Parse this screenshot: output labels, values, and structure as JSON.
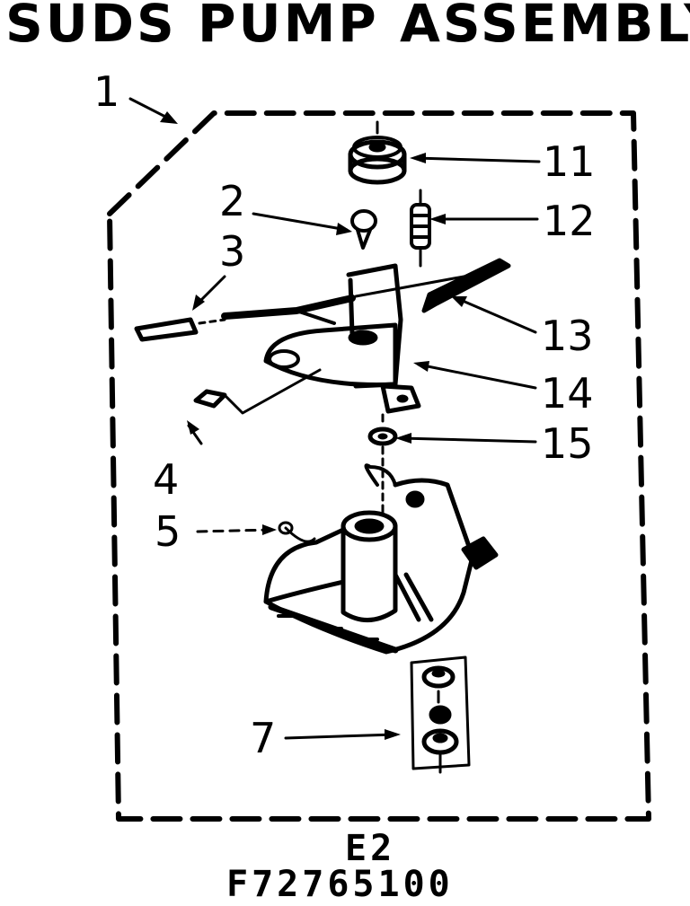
{
  "title": "SUDS PUMP ASSEMBLY",
  "callouts": [
    {
      "id": "1",
      "label": "1"
    },
    {
      "id": "2",
      "label": "2"
    },
    {
      "id": "3",
      "label": "3"
    },
    {
      "id": "4",
      "label": "4"
    },
    {
      "id": "5",
      "label": "5"
    },
    {
      "id": "7",
      "label": "7"
    },
    {
      "id": "11",
      "label": "11"
    },
    {
      "id": "12",
      "label": "12"
    },
    {
      "id": "13",
      "label": "13"
    },
    {
      "id": "14",
      "label": "14"
    },
    {
      "id": "15",
      "label": "15"
    }
  ],
  "footer": {
    "page_code": "E2",
    "figure_number": "F72765100"
  },
  "colors": {
    "ink": "#000000",
    "paper": "#ffffff"
  }
}
